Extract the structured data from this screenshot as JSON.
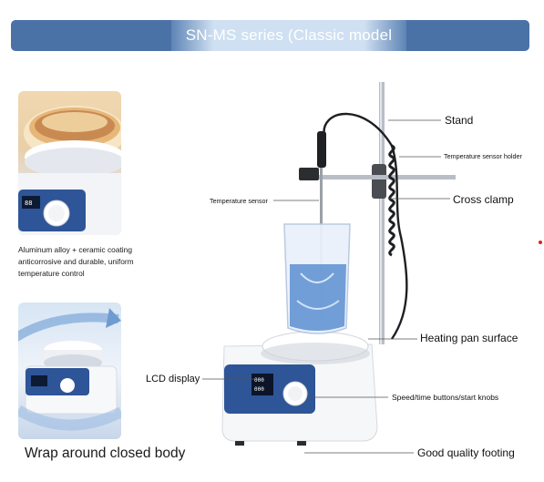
{
  "banner": {
    "title": "SN-MS series (Classic model"
  },
  "features": [
    {
      "caption": [
        "Aluminum alloy + ceramic coating",
        "anticorrosive and durable, uniform",
        "temperature control"
      ]
    },
    {
      "caption": "Wrap around closed body"
    }
  ],
  "callouts": {
    "stand": "Stand",
    "sensor_holder": "Temperature sensor holder",
    "cross_clamp": "Cross clamp",
    "temperature_sensor": "Temperature sensor",
    "heating_pan": "Heating pan surface",
    "lcd_display": "LCD display",
    "buttons": "Speed/time buttons/start knobs",
    "footing": "Good quality footing"
  },
  "colors": {
    "banner": "#4a72a6",
    "banner_highlight": "#cfe0f2",
    "device_panel": "#2e5597"
  }
}
